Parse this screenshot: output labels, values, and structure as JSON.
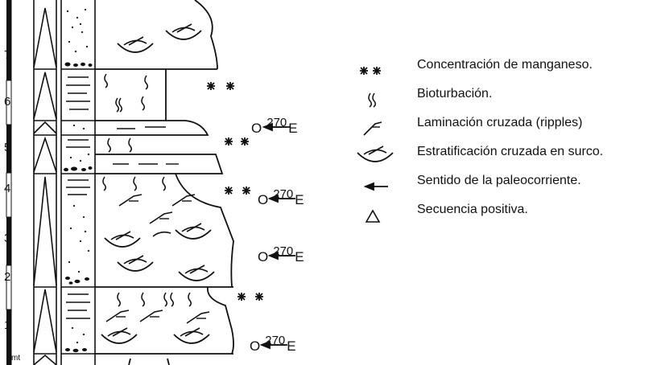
{
  "scale": {
    "marks": [
      "1",
      "2",
      "3",
      "4",
      "5",
      "6",
      "7"
    ],
    "unit": "mt"
  },
  "paleocurrents": [
    {
      "from": "O",
      "azimuth": "270",
      "to": "E"
    },
    {
      "from": "O",
      "azimuth": "270",
      "to": "E"
    },
    {
      "from": "O",
      "azimuth": "270",
      "to": "E"
    },
    {
      "from": "O",
      "azimuth": "270",
      "to": "E"
    }
  ],
  "legend": [
    {
      "icon": "manganese-icon",
      "label": "Concentración de manganeso."
    },
    {
      "icon": "bioturbation-icon",
      "label": "Bioturbación."
    },
    {
      "icon": "ripple-icon",
      "label": "Laminación cruzada (ripples)"
    },
    {
      "icon": "trough-icon",
      "label": "Estratificación cruzada en surco."
    },
    {
      "icon": "arrow-icon",
      "label": "Sentido de la paleocorriente."
    },
    {
      "icon": "triangle-icon",
      "label": "Secuencia positiva."
    }
  ]
}
